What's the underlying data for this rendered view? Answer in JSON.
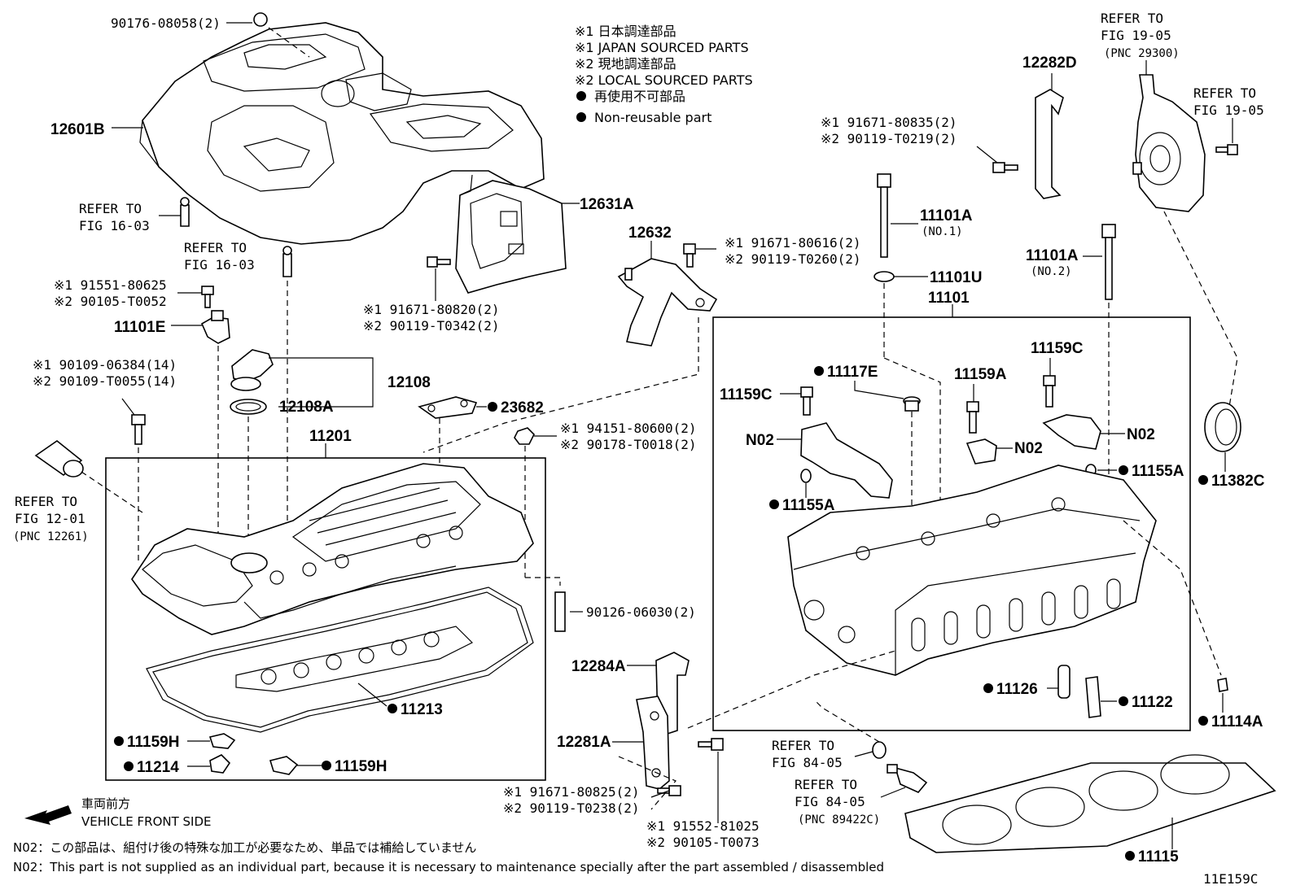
{
  "notes": {
    "jp_sourced": "※1 日本調達部品",
    "jp_sourced_en": "※1 JAPAN SOURCED PARTS",
    "local_sourced": "※2 現地調達部品",
    "local_sourced_en": "※2 LOCAL SOURCED PARTS",
    "non_reusable": "再使用不可部品",
    "non_reusable_en": "Non-reusable part"
  },
  "direction": {
    "jp": "車両前方",
    "en": "VEHICLE FRONT SIDE"
  },
  "footnotes": {
    "n02_jp": "N02：この部品は、組付け後の特殊な加工が必要なため、単品では補給していません",
    "n02_en": "N02：This part is not supplied as an individual part, because it is necessary to maintenance specially after the part assembled / disassembled"
  },
  "figure_id": "11E159C",
  "refer_to": "REFER TO",
  "refs": {
    "fig_16_03": "FIG 16-03",
    "fig_12_01": "FIG 12-01",
    "pnc_12261": "(PNC 12261)",
    "fig_19_05": "FIG 19-05",
    "pnc_29300": "(PNC 29300)",
    "fig_84_05": "FIG 84-05",
    "pnc_89422c": "(PNC 89422C)"
  },
  "parts": {
    "p90176": "90176-08058(2)",
    "p12601b": "12601B",
    "p12631a": "12631A",
    "p91671_80820": "※1 91671-80820(2)",
    "p90119_t0342": "※2 90119-T0342(2)",
    "p91551_80625": "※1 91551-80625",
    "p90105_t0052": "※2 90105-T0052",
    "p11101e": "11101E",
    "p90109_06384": "※1 90109-06384(14)",
    "p90109_t0055": "※2 90109-T0055(14)",
    "p12108": "12108",
    "p12108a": "12108A",
    "p23682": "23682",
    "p11201": "11201",
    "p94151_80600": "※1 94151-80600(2)",
    "p90178_t0018": "※2 90178-T0018(2)",
    "p90126_06030": "90126-06030(2)",
    "p11213": "11213",
    "p11159h_1": "11159H",
    "p11214": "11214",
    "p11159h_2": "11159H",
    "p12632": "12632",
    "p91671_80616": "※1 91671-80616(2)",
    "p90119_t0260": "※2 90119-T0260(2)",
    "p12282d": "12282D",
    "p91671_80835": "※1 91671-80835(2)",
    "p90119_t0219": "※2 90119-T0219(2)",
    "p11101a_1": "11101A",
    "p11101a_1_sub": "(NO.1)",
    "p11101u": "11101U",
    "p11101": "11101",
    "p11101a_2": "11101A",
    "p11101a_2_sub": "(NO.2)",
    "p11117e": "11117E",
    "p11159c_1": "11159C",
    "p11159a": "11159A",
    "p11159c_2": "11159C",
    "p_n02_1": "N02",
    "p_n02_2": "N02",
    "p_n02_3": "N02",
    "p11155a_1": "11155A",
    "p11155a_2": "11155A",
    "p11382c": "11382C",
    "p11126": "11126",
    "p11122": "11122",
    "p11114a": "11114A",
    "p12284a": "12284A",
    "p12281a": "12281A",
    "p91671_80825": "※1 91671-80825(2)",
    "p90119_t0238": "※2 90119-T0238(2)",
    "p91552_81025": "※1 91552-81025",
    "p90105_t0073": "※2 90105-T0073",
    "p11115": "11115"
  }
}
